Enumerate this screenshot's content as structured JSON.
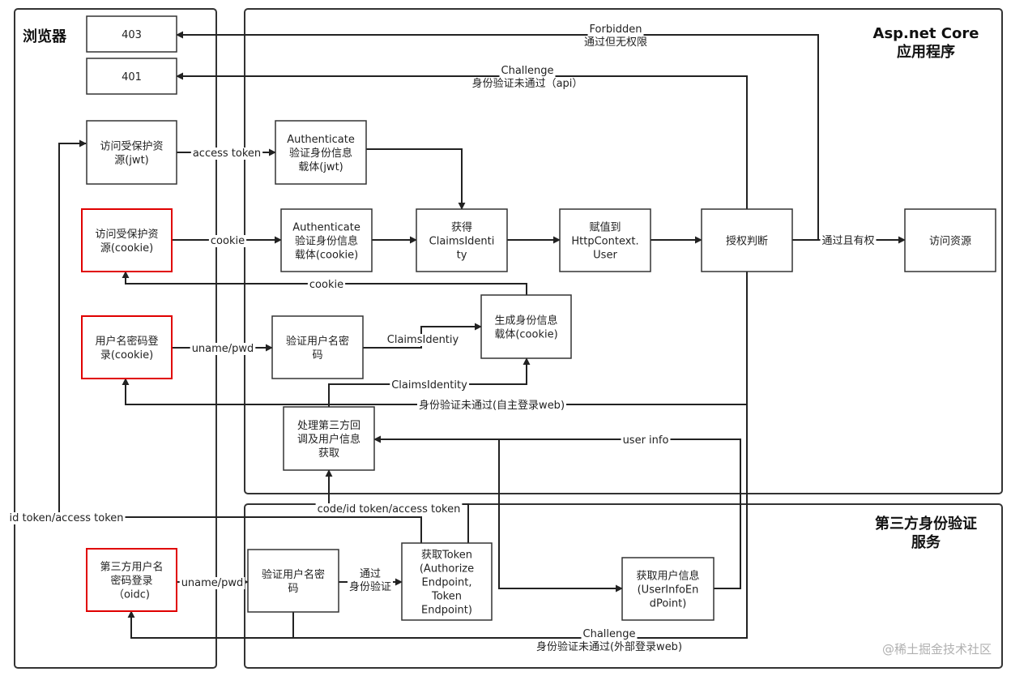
{
  "zones": {
    "browser": "浏览器",
    "app": [
      "Asp.net Core",
      "应用程序"
    ],
    "idp": [
      "第三方身份验证",
      "服务"
    ]
  },
  "boxes": {
    "b403": [
      "403"
    ],
    "b401": [
      "401"
    ],
    "access_jwt": [
      "访问受保护资",
      "源(jwt)"
    ],
    "access_cookie": [
      "访问受保护资",
      "源(cookie)"
    ],
    "login_cookie": [
      "用户名密码登",
      "录(cookie)"
    ],
    "login_oidc": [
      "第三方用户名",
      "密码登录",
      "（oidc)"
    ],
    "auth_jwt": [
      "Authenticate",
      "验证身份信息",
      "载体(jwt)"
    ],
    "auth_cookie": [
      "Authenticate",
      "验证身份信息",
      "载体(cookie)"
    ],
    "get_identity": [
      "获得",
      "ClaimsIdenti",
      "ty"
    ],
    "assign_user": [
      "赋值到",
      "HttpContext.",
      "User"
    ],
    "authorize": [
      "授权判断"
    ],
    "access_resource": [
      "访问资源"
    ],
    "gen_cookie": [
      "生成身份信息",
      "载体(cookie)"
    ],
    "verify_pwd_app": [
      "验证用户名密",
      "码"
    ],
    "handle_callback": [
      "处理第三方回",
      "调及用户信息",
      "获取"
    ],
    "verify_pwd_idp": [
      "验证用户名密",
      "码"
    ],
    "get_token": [
      "获取Token",
      "(Authorize",
      "Endpoint,",
      "Token",
      "Endpoint)"
    ],
    "get_userinfo": [
      "获取用户信息",
      "(UserInfoEn",
      "dPoint)"
    ]
  },
  "labels": {
    "forbidden": [
      "Forbidden",
      "通过但无权限"
    ],
    "challenge_api": [
      "Challenge",
      "身份验证未通过（api）"
    ],
    "access_token": [
      "access  token"
    ],
    "cookie_in": [
      "cookie"
    ],
    "authorized": [
      "通过且有权"
    ],
    "cookie_return": [
      "cookie"
    ],
    "uname_pwd_app": [
      "uname/pwd"
    ],
    "claims_identiy": [
      "ClaimsIdentiy"
    ],
    "claims_identity": [
      "ClaimsIdentity"
    ],
    "challenge_web": [
      "身份验证未通过(自主登录web)"
    ],
    "user_info": [
      "user  info"
    ],
    "code_tokens": [
      "code/id  token/access  token"
    ],
    "id_access_token": [
      "id  token/access  token"
    ],
    "uname_pwd_idp": [
      "uname/pwd"
    ],
    "passed": [
      "通过",
      "身份验证"
    ],
    "challenge_ext": [
      "Challenge",
      "身份验证未通过(外部登录web)"
    ]
  },
  "watermark": "@稀土掘金技术社区"
}
